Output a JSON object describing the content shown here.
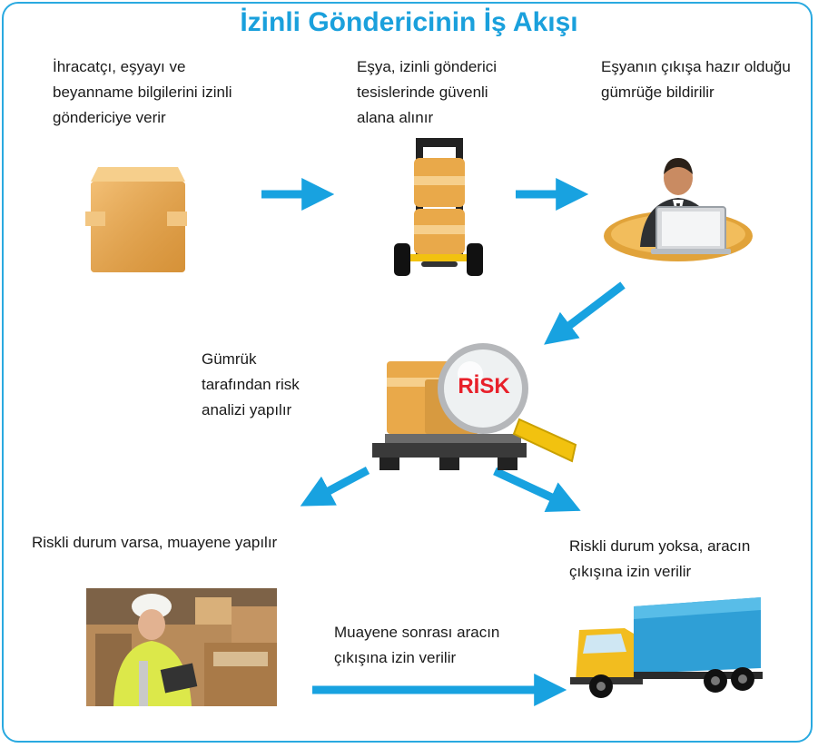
{
  "title": "İzinli Göndericinin İş Akışı",
  "steps": {
    "exporter": "İhracatçı, eşyayı ve beyanname bilgilerini izinli göndericiye verir",
    "secure_area": "Eşya, izinli gönderici tesislerinde güvenli alana alınır",
    "notify": "Eşyanın çıkışa hazır olduğu gümrüğe bildirilir",
    "risk_analysis": "Gümrük tarafından risk analizi yapılır",
    "risky": "Riskli durum varsa, muayene yapılır",
    "not_risky": "Riskli durum yoksa, aracın çıkışına izin verilir",
    "after_inspection": "Muayene sonrası aracın çıkışına izin verilir"
  },
  "risk_label": "RİSK",
  "icons": [
    "cardboard-box-icon",
    "hand-truck-icon",
    "operator-laptop-icon",
    "risk-magnifier-icon",
    "inspector-photo",
    "truck-icon"
  ],
  "colors": {
    "accent": "#1aa0dc",
    "arrow": "#18a2e0",
    "risk": "#e8202a",
    "box": "#e9a94a"
  }
}
